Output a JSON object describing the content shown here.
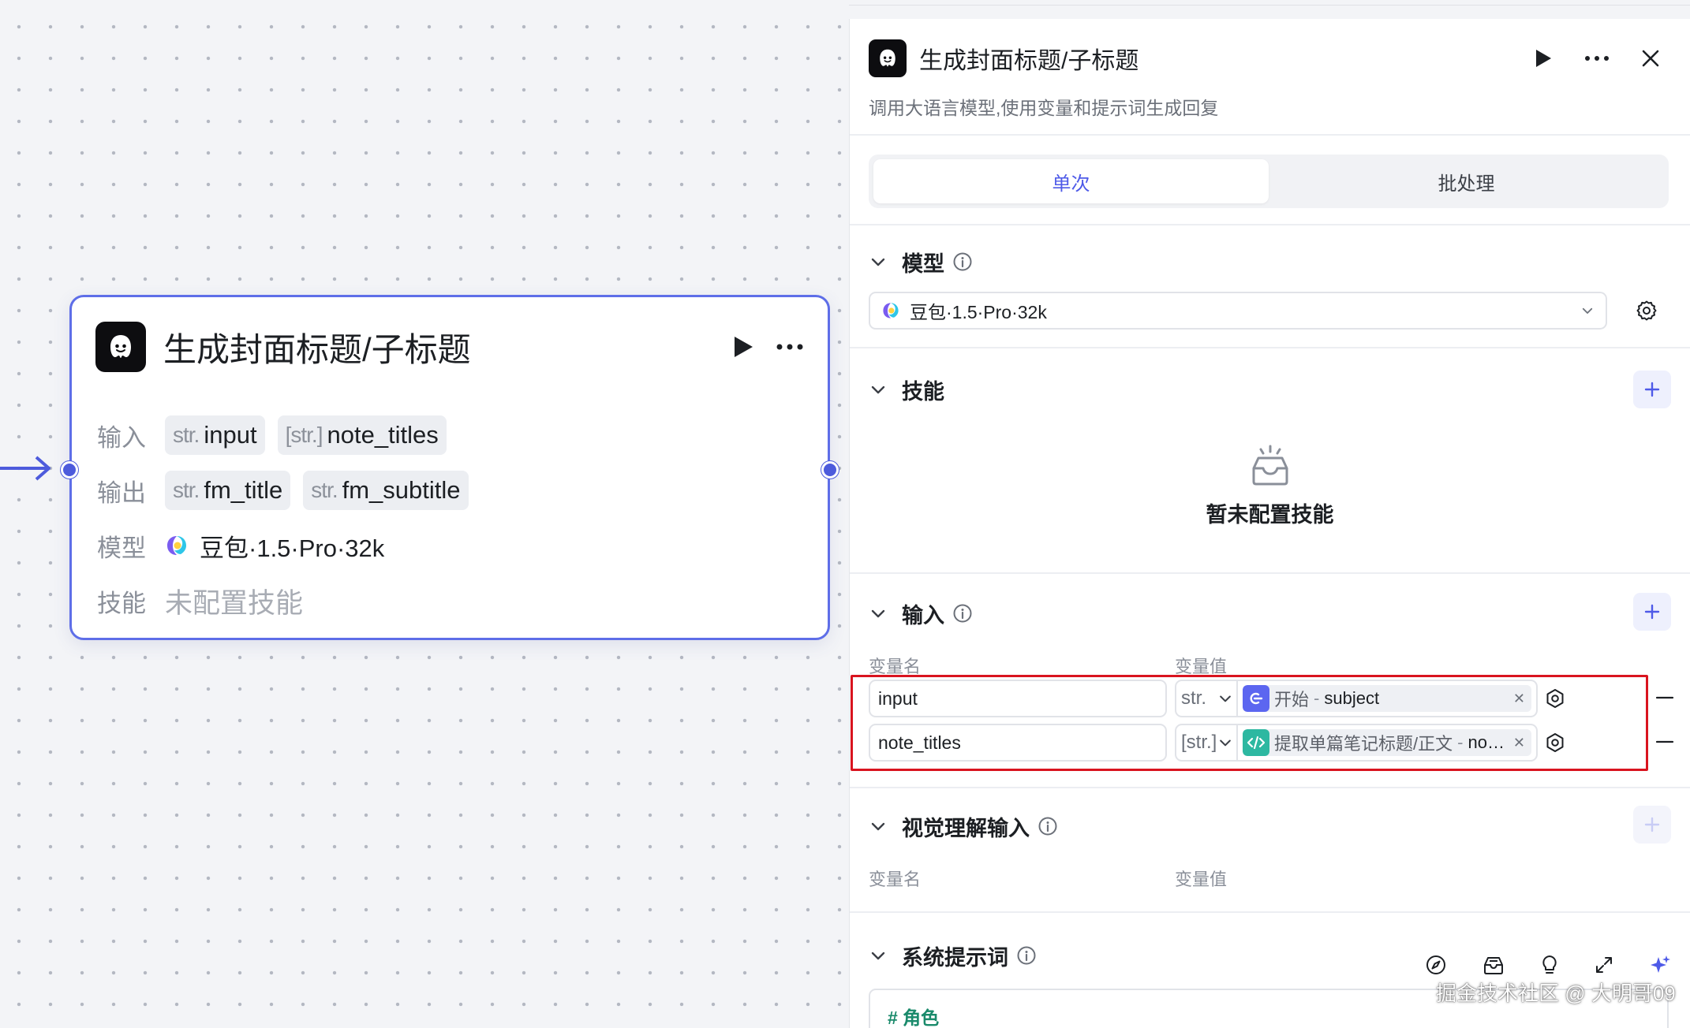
{
  "node": {
    "title": "生成封面标题/子标题",
    "input_label": "输入",
    "output_label": "输出",
    "model_label": "模型",
    "skill_label": "技能",
    "inputs": [
      {
        "type": "str.",
        "name": "input"
      },
      {
        "type": "[str.]",
        "name": "note_titles"
      }
    ],
    "outputs": [
      {
        "type": "str.",
        "name": "fm_title"
      },
      {
        "type": "str.",
        "name": "fm_subtitle"
      }
    ],
    "model_value": "豆包·1.5·Pro·32k",
    "skill_value": "未配置技能"
  },
  "panel": {
    "title": "生成封面标题/子标题",
    "description": "调用大语言模型,使用变量和提示词生成回复",
    "tabs": [
      {
        "label": "单次",
        "active": true
      },
      {
        "label": "批处理",
        "active": false
      }
    ],
    "model_section": {
      "title": "模型",
      "selected": "豆包·1.5·Pro·32k"
    },
    "skills_section": {
      "title": "技能",
      "empty_text": "暂未配置技能"
    },
    "inputs_section": {
      "title": "输入",
      "col_name": "变量名",
      "col_value": "变量值",
      "rows": [
        {
          "name": "input",
          "type": "str.",
          "ref_node": "开始",
          "ref_sep": "-",
          "ref_var": "subject",
          "ref_icon": "start-node-icon",
          "ref_color": "#5c66f0"
        },
        {
          "name": "note_titles",
          "type": "[str.]",
          "ref_node": "提取单篇笔记标题/正文",
          "ref_sep": "-",
          "ref_var": "note_...",
          "ref_icon": "code-node-icon",
          "ref_color": "#2db8a1"
        }
      ]
    },
    "vision_section": {
      "title": "视觉理解输入",
      "col_name": "变量名",
      "col_value": "变量值"
    },
    "system_prompt_section": {
      "title": "系统提示词",
      "content_heading": "# 角色"
    }
  },
  "watermark": "掘金技术社区 @ 大明哥09",
  "colors": {
    "accent": "#4e5ae8",
    "node_border": "#5e6ee8",
    "highlight": "#d9141f",
    "code_node": "#2db8a1"
  }
}
